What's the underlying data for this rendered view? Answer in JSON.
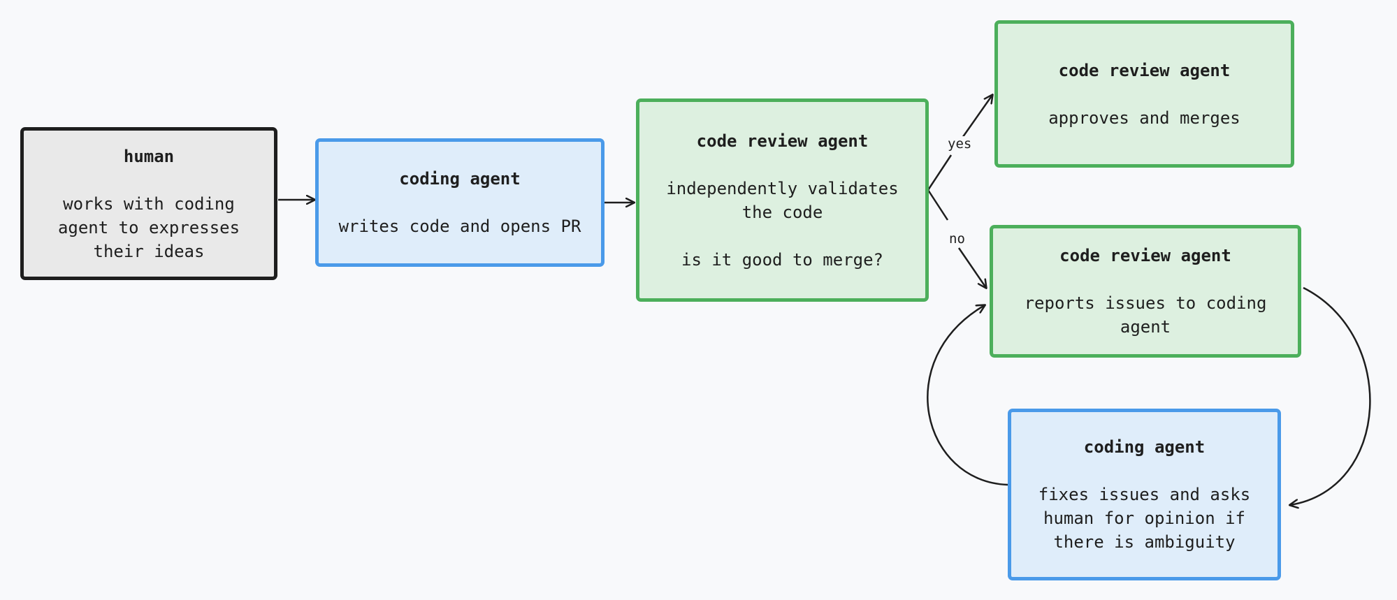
{
  "nodes": {
    "human": {
      "title": "human",
      "desc": "works with coding\nagent to expresses\ntheir ideas"
    },
    "coding_agent": {
      "title": "coding agent",
      "desc": "writes code and opens PR"
    },
    "review_agent": {
      "title": "code review agent",
      "desc": "independently validates\nthe code",
      "question": "is it good to merge?"
    },
    "review_approve": {
      "title": "code review agent",
      "desc": "approves and merges"
    },
    "review_report": {
      "title": "code review agent",
      "desc": "reports issues to coding\nagent"
    },
    "coding_fix": {
      "title": "coding agent",
      "desc": "fixes issues and asks\nhuman for opinion if\nthere is ambiguity"
    }
  },
  "edge_labels": {
    "yes": "yes",
    "no": "no"
  },
  "colors": {
    "background": "#f8f9fb",
    "human_fill": "#e9e9e9",
    "human_stroke": "#1e1e1e",
    "coding_fill": "#dfedfa",
    "coding_stroke": "#4a9ae9",
    "review_fill": "#ddf0e0",
    "review_stroke": "#4caf5b",
    "arrow": "#1e1e1e"
  }
}
